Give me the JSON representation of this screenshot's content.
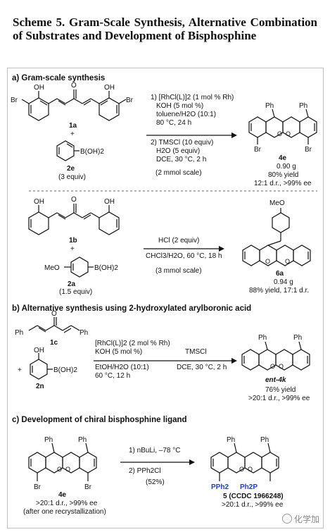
{
  "title": "Scheme 5. Gram-Scale Synthesis, Alternative Combination of Substrates and Development of Bisphosphine",
  "a": {
    "header": "a) Gram-scale synthesis",
    "sm1": "1a",
    "plus": "+",
    "reagent2": "2e",
    "equiv2": "(3 equiv)",
    "cond1": "1) [RhCl(L)]2 (1 mol % Rh)",
    "cond2": "KOH (5 mol %)",
    "cond3": "toluene/H2O (10:1)",
    "cond4": "80 °C, 24 h",
    "cond5": "2) TMSCl (10 equiv)",
    "cond6": "H2O (5 equiv)",
    "cond7": "DCE, 30 °C, 2 h",
    "scale": "(2 mmol scale)",
    "product": "4e",
    "mass": "0.90 g",
    "yield": "80% yield",
    "dr": "12:1 d.r., >99% ee",
    "sm1b": "1b",
    "reagent2a": "2a",
    "equiv2a": "(1.5 equiv)",
    "condb1": "HCl (2 equiv)",
    "condb2": "CHCl3/H2O, 60 °C, 18 h",
    "scaleb": "(3 mmol scale)",
    "productb": "6a",
    "massb": "0.94 g",
    "yieldb": "88% yield, 17:1 d.r."
  },
  "b": {
    "header": "b) Alternative synthesis using 2-hydroxylated arylboronic acid",
    "sm": "1c",
    "reagent": "2n",
    "cond1": "[RhCl(L)]2 (2 mol % Rh)",
    "cond2": "KOH (5 mol %)",
    "cond3": "EtOH/H2O (10:1)",
    "cond4": "60 °C, 12 h",
    "cond5": "TMSCl",
    "cond6": "DCE, 30 °C, 2 h",
    "product": "ent-4k",
    "yield": "76% yield",
    "dr": ">20:1 d.r., >99% ee"
  },
  "c": {
    "header": "c) Development of chiral bisphosphine ligand",
    "sm": "4e",
    "sm_dr": ">20:1 d.r., >99% ee",
    "sm_note": "(after one recrystallization)",
    "cond1": "1) nBuLi, –78 °C",
    "cond2": "2) PPh2Cl",
    "cond3": "(52%)",
    "product": "5 (CCDC 1966248)",
    "dr": ">20:1 d.r., >99% ee",
    "pph2a": "PPh2",
    "pph2b": "Ph2P"
  },
  "labels": {
    "ph": "Ph",
    "oh": "OH",
    "br": "Br",
    "o": "O",
    "b_oh2": "B(OH)2",
    "meo": "MeO",
    "meo2": "MeO"
  },
  "watermark": "化学加"
}
